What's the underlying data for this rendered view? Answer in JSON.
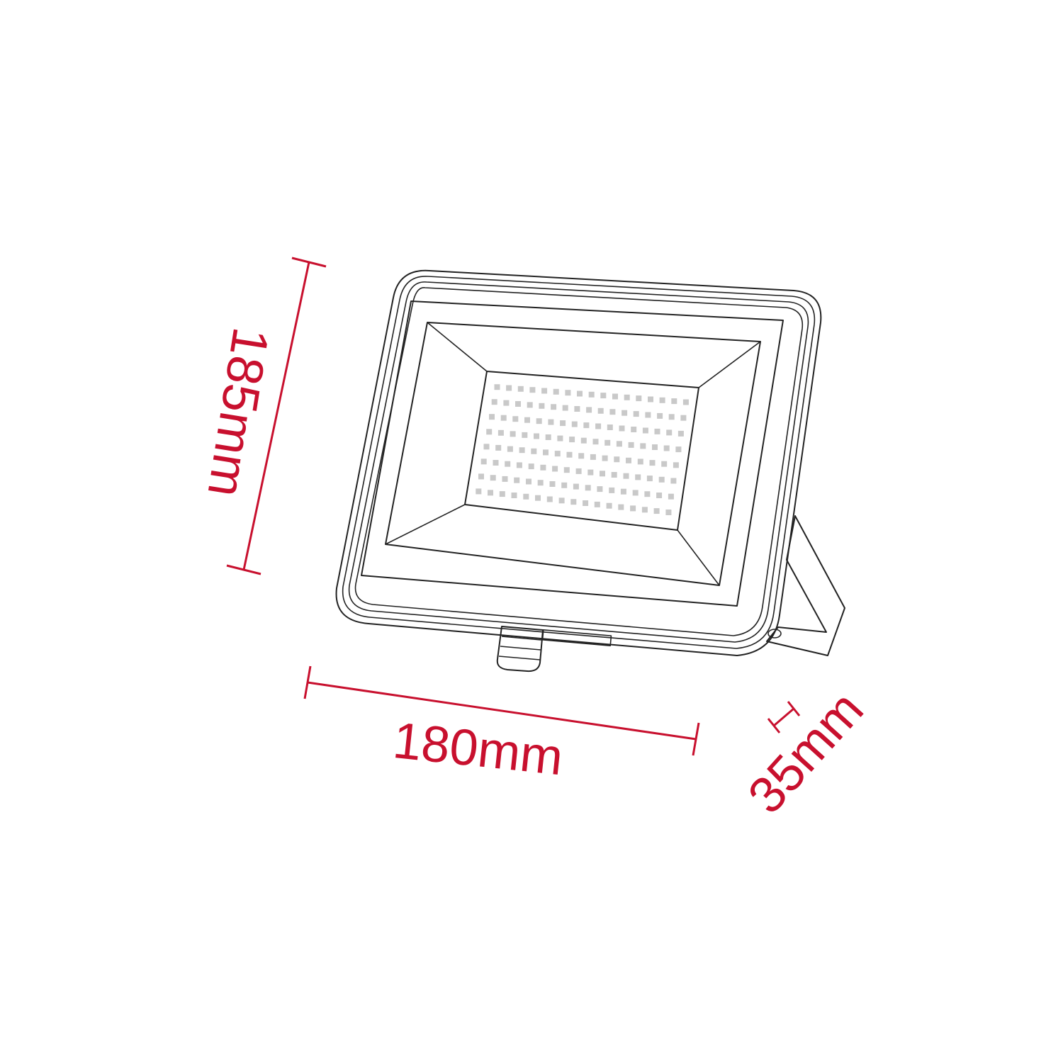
{
  "dimensions": {
    "height_label": "185mm",
    "width_label": "180mm",
    "depth_label": "35mm"
  },
  "colors": {
    "dimension": "#c8102e",
    "outline": "#222222",
    "led": "#c9c9c9"
  },
  "led_array": {
    "rows": 8,
    "columns": 17
  }
}
